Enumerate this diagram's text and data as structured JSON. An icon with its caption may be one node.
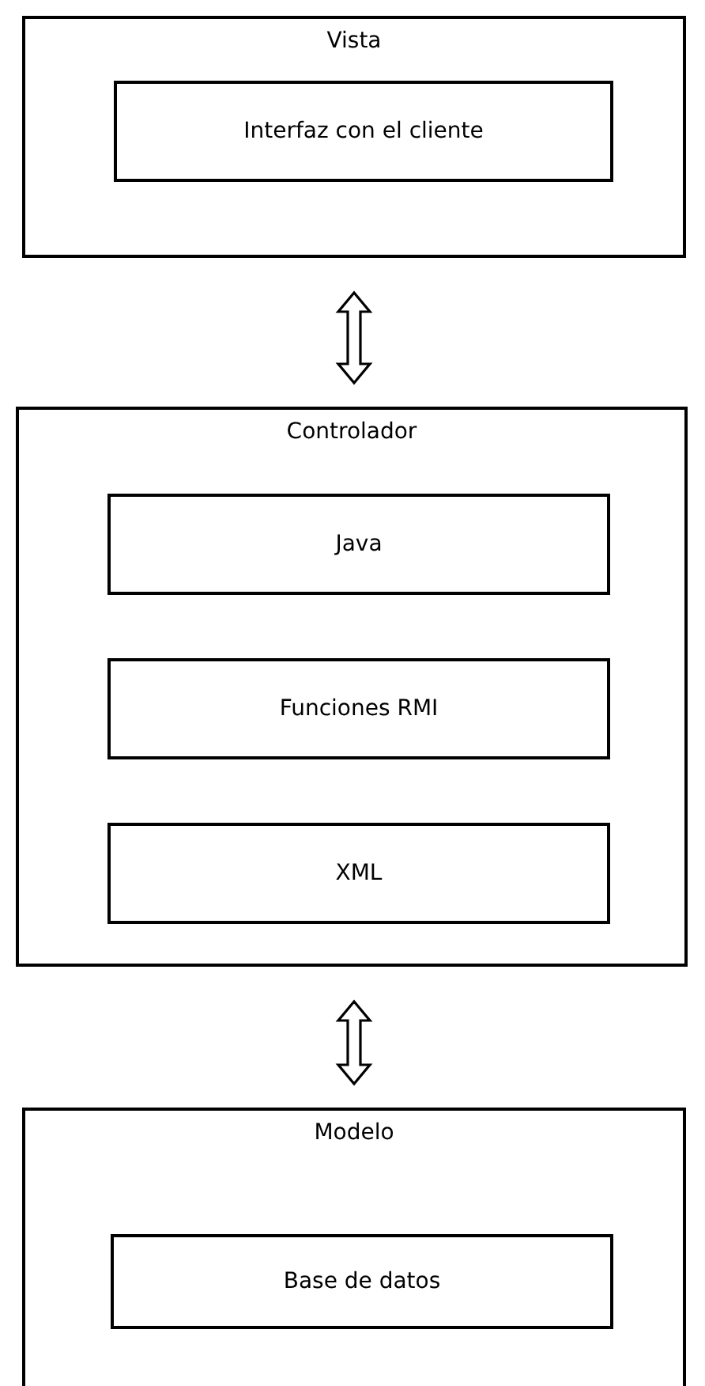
{
  "diagram": {
    "nodes": [
      {
        "text": [
          "Vista"
        ]
      },
      {
        "text": [
          "Interfaz con el cliente"
        ],
        "in": 0
      },
      {
        "text": [
          "Controlador"
        ]
      },
      {
        "text": [
          "Java"
        ],
        "in": 2
      },
      {
        "text": [
          "Funciones RMI"
        ],
        "in": 2
      },
      {
        "text": [
          "XML"
        ],
        "in": 2
      },
      {
        "text": [
          "Modelo"
        ]
      },
      {
        "text": [
          "Base de datos"
        ],
        "in": 6
      }
    ],
    "edges": [
      {
        "from": 0,
        "to": 2,
        "arrow": "both"
      },
      {
        "from": 2,
        "to": 6,
        "arrow": "both"
      }
    ]
  }
}
